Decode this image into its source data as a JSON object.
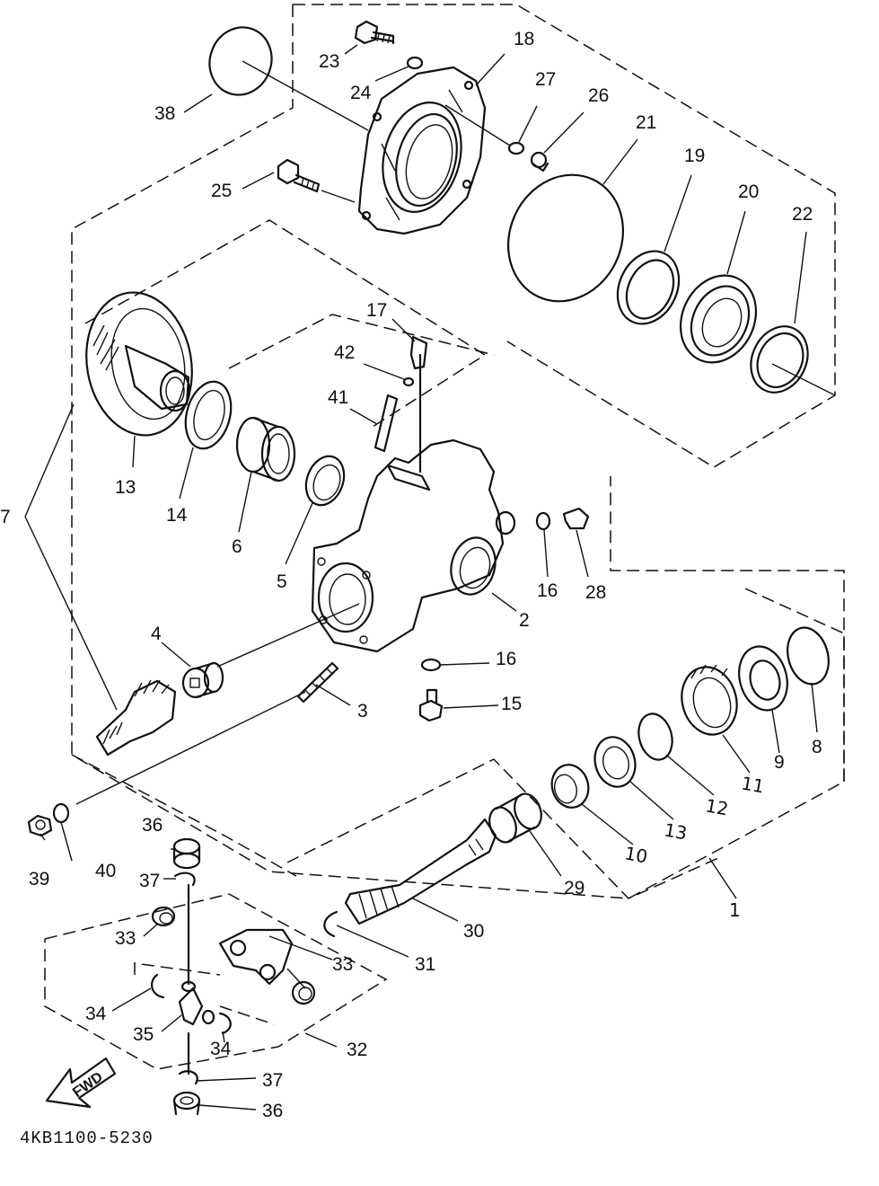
{
  "diagram": {
    "part_code": "4KB1100-5230",
    "fwd_label": "FWD",
    "callouts": {
      "c1": "1",
      "c2": "2",
      "c3": "3",
      "c4": "4",
      "c5": "5",
      "c6": "6",
      "c7": "7",
      "c8": "8",
      "c9": "9",
      "c10": "10",
      "c11": "11",
      "c12": "12",
      "c13a": "13",
      "c13b": "13",
      "c14": "14",
      "c15": "15",
      "c16a": "16",
      "c16b": "16",
      "c17": "17",
      "c18": "18",
      "c19": "19",
      "c20": "20",
      "c21": "21",
      "c22": "22",
      "c23": "23",
      "c24": "24",
      "c25": "25",
      "c26": "26",
      "c27": "27",
      "c28": "28",
      "c29": "29",
      "c30": "30",
      "c31": "31",
      "c32": "32",
      "c33a": "33",
      "c33b": "33",
      "c34a": "34",
      "c34b": "34",
      "c35": "35",
      "c36a": "36",
      "c36b": "36",
      "c37a": "37",
      "c37b": "37",
      "c38": "38",
      "c39": "39",
      "c40": "40",
      "c41": "41",
      "c42": "42"
    }
  }
}
